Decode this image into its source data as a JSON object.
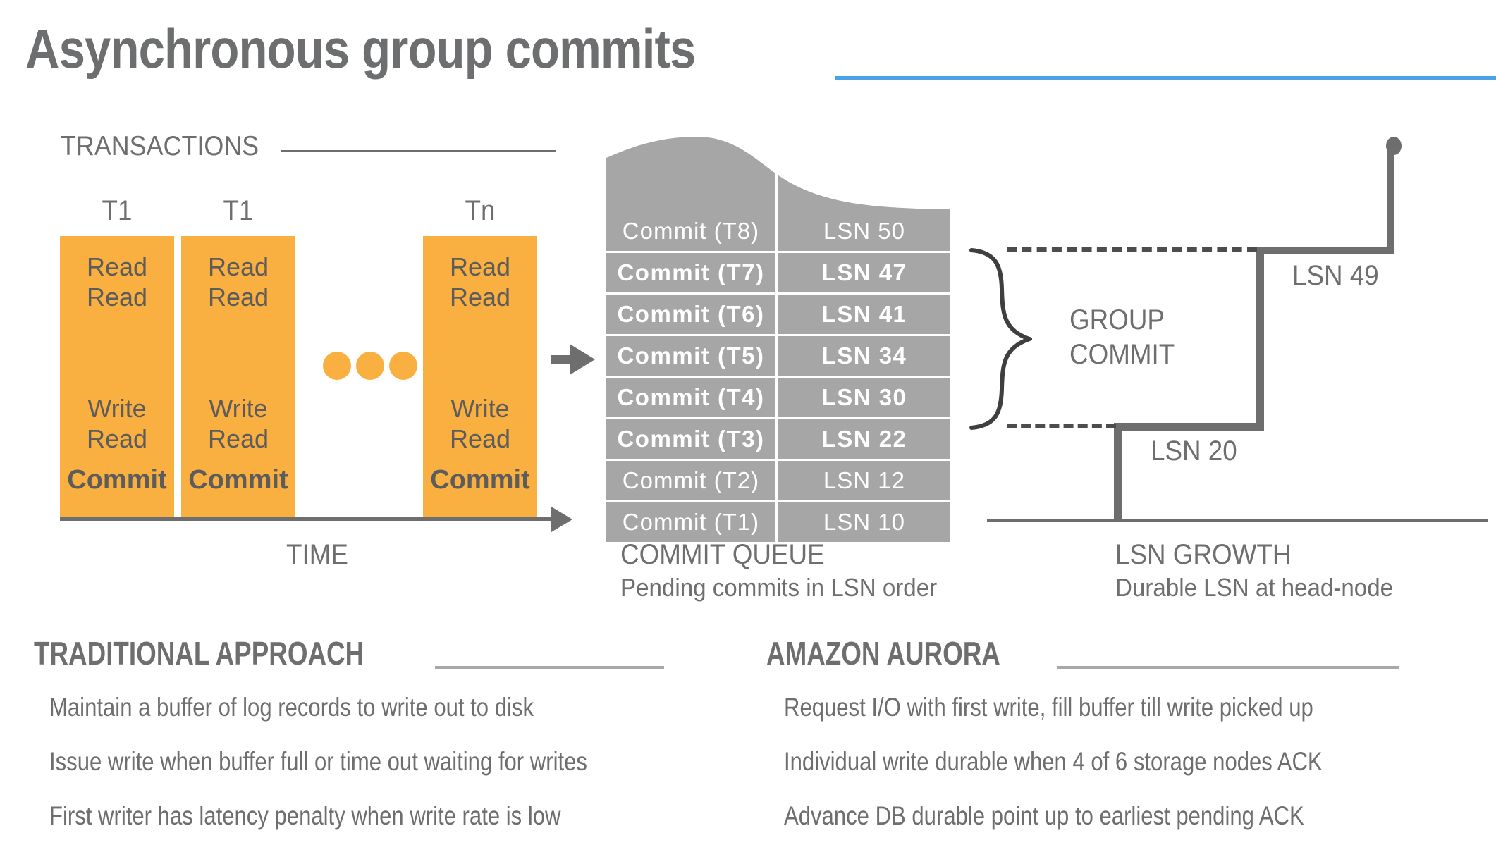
{
  "title": "Asynchronous group commits",
  "accent_color": "#4aa3e8",
  "orange": "#fab040",
  "gray": "#a6a6a6",
  "text_gray": "#6e6e6e",
  "transactions": {
    "section_label": "TRANSACTIONS",
    "axis_caption": "TIME",
    "items": [
      {
        "name": "T1",
        "lines_top": [
          "Read",
          "Read"
        ],
        "lines_bottom": [
          "Write",
          "Read"
        ],
        "commit": "Commit"
      },
      {
        "name": "T1",
        "lines_top": [
          "Read",
          "Read"
        ],
        "lines_bottom": [
          "Write",
          "Read"
        ],
        "commit": "Commit"
      },
      {
        "name": "Tn",
        "lines_top": [
          "Read",
          "Read"
        ],
        "lines_bottom": [
          "Write",
          "Read"
        ],
        "commit": "Commit"
      }
    ],
    "ellipsis_dots": 3
  },
  "commit_queue": {
    "caption_title": "COMMIT QUEUE",
    "caption_sub": "Pending commits in LSN order",
    "rows": [
      {
        "commit": "Commit (T8)",
        "lsn": "LSN 50",
        "highlighted": false
      },
      {
        "commit": "Commit (T7)",
        "lsn": "LSN 47",
        "highlighted": true
      },
      {
        "commit": "Commit (T6)",
        "lsn": "LSN 41",
        "highlighted": true
      },
      {
        "commit": "Commit (T5)",
        "lsn": "LSN 34",
        "highlighted": true
      },
      {
        "commit": "Commit (T4)",
        "lsn": "LSN 30",
        "highlighted": true
      },
      {
        "commit": "Commit (T3)",
        "lsn": "LSN 22",
        "highlighted": true
      },
      {
        "commit": "Commit (T2)",
        "lsn": "LSN 12",
        "highlighted": false
      },
      {
        "commit": "Commit (T1)",
        "lsn": "LSN 10",
        "highlighted": false
      }
    ]
  },
  "lsn_growth": {
    "caption_title": "LSN GROWTH",
    "caption_sub": "Durable LSN at head-node",
    "group_commit_label_line1": "GROUP",
    "group_commit_label_line2": "COMMIT",
    "upper_step_label": "LSN 49",
    "lower_step_label": "LSN 20"
  },
  "chart_data": {
    "type": "line",
    "title": "LSN GROWTH",
    "subtitle": "Durable LSN at head-node",
    "xlabel": "",
    "ylabel": "Durable LSN",
    "grid": false,
    "legend": "none",
    "series": [
      {
        "name": "Durable LSN at head-node",
        "style": "step",
        "points": [
          {
            "x": 0,
            "y": 0,
            "label": ""
          },
          {
            "x": 1,
            "y": 20,
            "label": "LSN 20"
          },
          {
            "x": 2,
            "y": 49,
            "label": "LSN 49"
          }
        ]
      }
    ],
    "annotations": [
      {
        "text": "GROUP COMMIT",
        "from_y": 20,
        "to_y": 49,
        "marker": "curly-brace"
      },
      {
        "text": "LSN 20",
        "y": 20
      },
      {
        "text": "LSN 49",
        "y": 49
      }
    ],
    "reference_lines": [
      {
        "y": 49,
        "style": "dashed"
      },
      {
        "y": 20,
        "style": "dashed"
      }
    ]
  },
  "columns": [
    {
      "heading": "TRADITIONAL APPROACH",
      "bullets": [
        "Maintain a buffer of log records to write out to disk",
        "Issue write when buffer full or time out waiting for writes",
        "First writer has latency penalty when write rate is low"
      ]
    },
    {
      "heading": "AMAZON AURORA",
      "bullets": [
        "Request I/O with first write, fill buffer till write picked up",
        "Individual write durable when 4 of 6 storage nodes ACK",
        "Advance DB durable point up to earliest pending ACK"
      ]
    }
  ]
}
